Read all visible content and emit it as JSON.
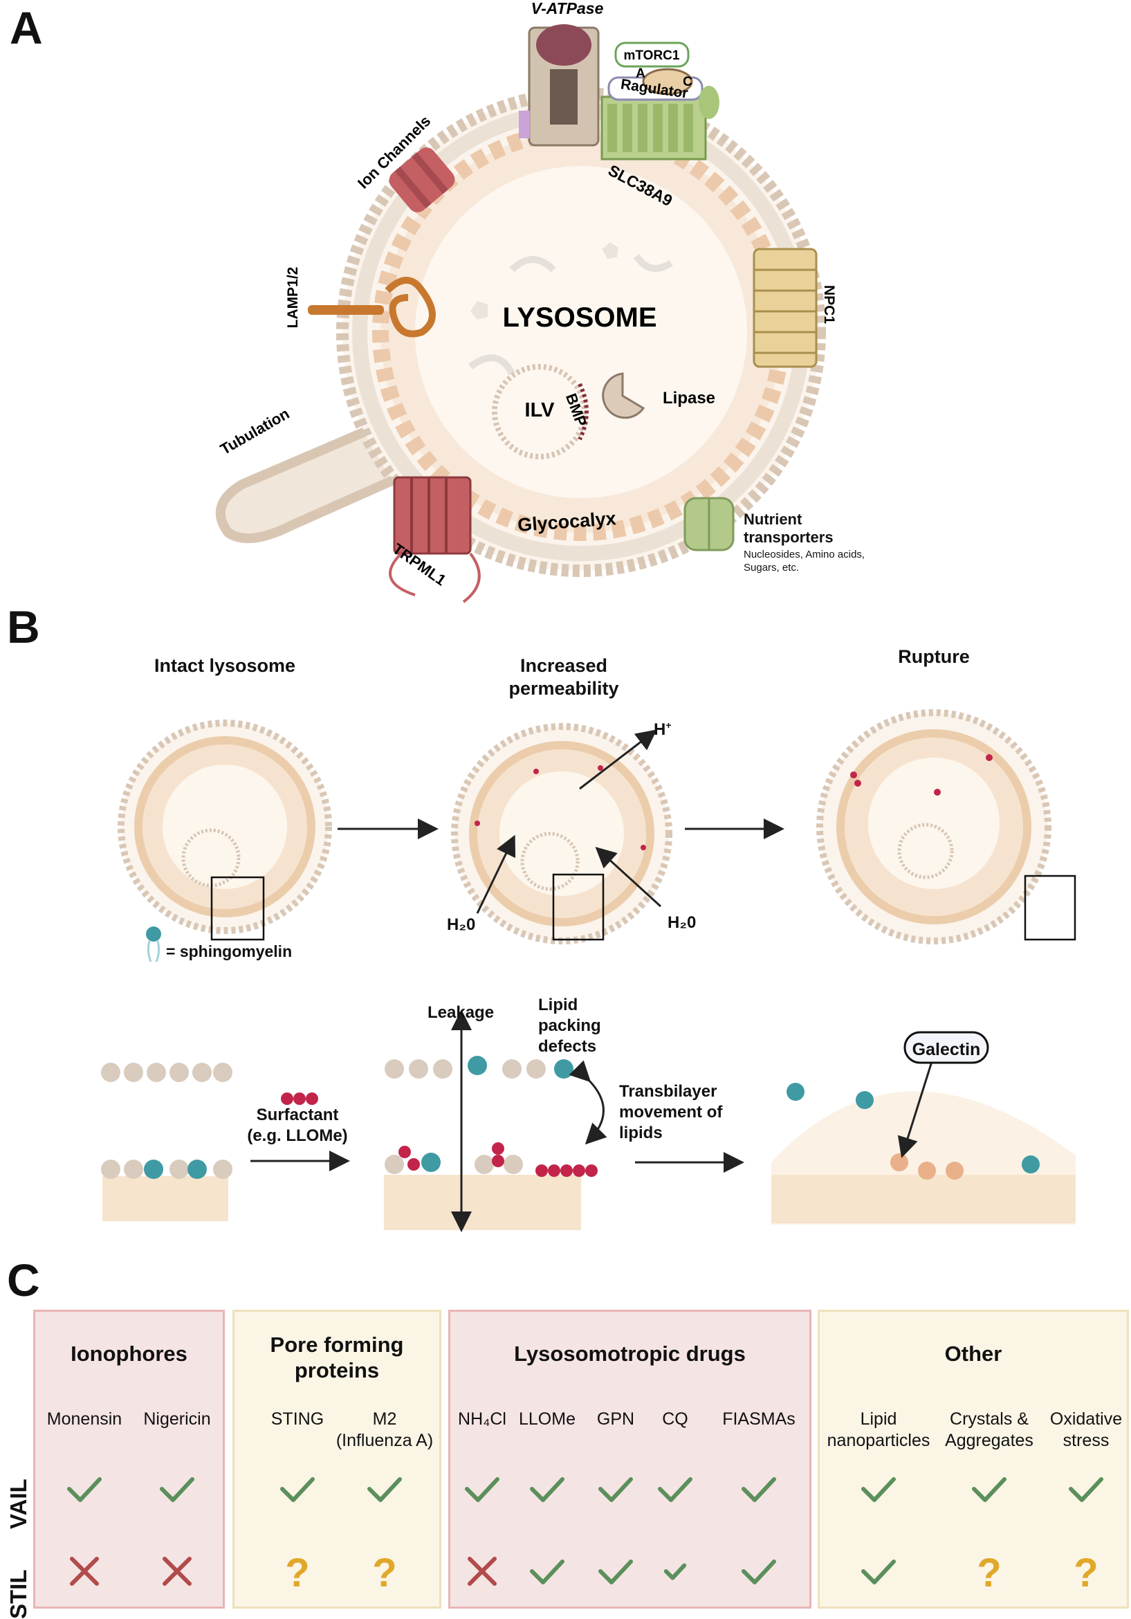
{
  "panel_a": {
    "letter": "A",
    "title": "LYSOSOME",
    "labels": {
      "vatpase": "V-ATPase",
      "mtorc1": "mTORC1",
      "a": "A",
      "c": "C",
      "ragulator": "Ragulator",
      "slc38a9": "SLC38A9",
      "ion_channels": "Ion Channels",
      "lamp": "LAMP1/2",
      "npc1": "NPC1",
      "ilv": "ILV",
      "bmp": "BMP",
      "lipase": "Lipase",
      "tubulation": "Tubulation",
      "glycocalyx": "Glycocalyx",
      "trpml1": "TRPML1",
      "nutrient": "Nutrient transporters",
      "nutrient_sub": "Nucleosides, Amino acids, Sugars, etc."
    }
  },
  "panel_b": {
    "letter": "B",
    "stage1": "Intact lysosome",
    "stage2": "Increased permeability",
    "stage3": "Rupture",
    "h_plus": "H",
    "h_plus_sup": "+",
    "h2o_left": "H₂0",
    "h2o_right": "H₂0",
    "sphingomyelin": "= sphingomyelin",
    "leakage": "Leakage",
    "lipid_packing": "Lipid packing defects",
    "transbilayer": "Transbilayer movement of lipids",
    "surfactant": "Surfactant (e.g. LLOMe)",
    "galectin": "Galectin"
  },
  "panel_c": {
    "letter": "C",
    "rows": [
      "VAIL",
      "STIL"
    ],
    "groups": [
      {
        "title": "Ionophores",
        "fill": "#f5e4e4",
        "border": "#e8b5b5",
        "drugs": [
          {
            "name": "Monensin",
            "vail": "check",
            "stil": "cross"
          },
          {
            "name": "Nigericin",
            "vail": "check",
            "stil": "cross"
          }
        ]
      },
      {
        "title": "Pore forming proteins",
        "fill": "#fbf5e6",
        "border": "#efe0bc",
        "drugs": [
          {
            "name": "STING",
            "vail": "check",
            "stil": "question"
          },
          {
            "name": "M2 (Influenza A)",
            "vail": "check",
            "stil": "question"
          }
        ]
      },
      {
        "title": "Lysosomotropic drugs",
        "fill": "#f5e4e4",
        "border": "#e8b5b5",
        "drugs": [
          {
            "name": "NH₄Cl",
            "vail": "check",
            "stil": "cross"
          },
          {
            "name": "LLOMe",
            "vail": "check",
            "stil": "check"
          },
          {
            "name": "GPN",
            "vail": "check",
            "stil": "check"
          },
          {
            "name": "CQ",
            "vail": "check",
            "stil": "check-small"
          },
          {
            "name": "FIASMAs",
            "vail": "check",
            "stil": "check"
          }
        ]
      },
      {
        "title": "Other",
        "fill": "#fbf5e6",
        "border": "#efe0bc",
        "drugs": [
          {
            "name": "Lipid nanoparticles",
            "vail": "check",
            "stil": "check"
          },
          {
            "name": "Crystals & Aggregates",
            "vail": "check",
            "stil": "question"
          },
          {
            "name": "Oxidative stress",
            "vail": "check",
            "stil": "question"
          }
        ]
      }
    ],
    "colors": {
      "check": "#5b8f5b",
      "cross": "#b14b4b",
      "question": "#e0a82a"
    }
  }
}
